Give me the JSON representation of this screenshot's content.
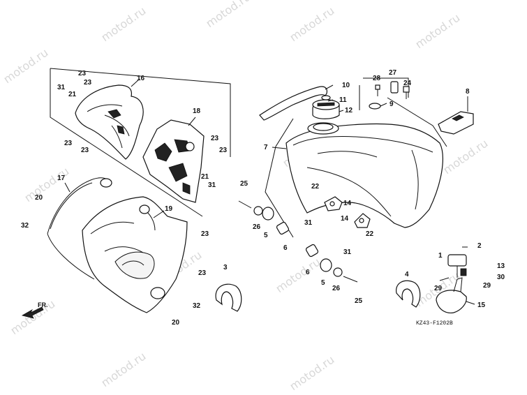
{
  "diagram": {
    "drawing_code": "KZ43-F1202B",
    "direction_label": "FR.",
    "watermark": "motod.ru",
    "callouts": [
      {
        "id": "c1",
        "label": "1"
      },
      {
        "id": "c2",
        "label": "2"
      },
      {
        "id": "c3",
        "label": "3"
      },
      {
        "id": "c4",
        "label": "4"
      },
      {
        "id": "c5a",
        "label": "5"
      },
      {
        "id": "c5b",
        "label": "5"
      },
      {
        "id": "c6a",
        "label": "6"
      },
      {
        "id": "c6b",
        "label": "6"
      },
      {
        "id": "c7",
        "label": "7"
      },
      {
        "id": "c8",
        "label": "8"
      },
      {
        "id": "c9",
        "label": "9"
      },
      {
        "id": "c10",
        "label": "10"
      },
      {
        "id": "c11",
        "label": "11"
      },
      {
        "id": "c12",
        "label": "12"
      },
      {
        "id": "c13",
        "label": "13"
      },
      {
        "id": "c14a",
        "label": "14"
      },
      {
        "id": "c14b",
        "label": "14"
      },
      {
        "id": "c15",
        "label": "15"
      },
      {
        "id": "c16",
        "label": "16"
      },
      {
        "id": "c17",
        "label": "17"
      },
      {
        "id": "c18",
        "label": "18"
      },
      {
        "id": "c19",
        "label": "19"
      },
      {
        "id": "c20a",
        "label": "20"
      },
      {
        "id": "c20b",
        "label": "20"
      },
      {
        "id": "c21a",
        "label": "21"
      },
      {
        "id": "c21b",
        "label": "21"
      },
      {
        "id": "c22a",
        "label": "22"
      },
      {
        "id": "c22b",
        "label": "22"
      },
      {
        "id": "c23a",
        "label": "23"
      },
      {
        "id": "c23b",
        "label": "23"
      },
      {
        "id": "c23c",
        "label": "23"
      },
      {
        "id": "c23d",
        "label": "23"
      },
      {
        "id": "c23e",
        "label": "23"
      },
      {
        "id": "c23f",
        "label": "23"
      },
      {
        "id": "c23g",
        "label": "23"
      },
      {
        "id": "c23h",
        "label": "23"
      },
      {
        "id": "c24",
        "label": "24"
      },
      {
        "id": "c25a",
        "label": "25"
      },
      {
        "id": "c25b",
        "label": "25"
      },
      {
        "id": "c26a",
        "label": "26"
      },
      {
        "id": "c26b",
        "label": "26"
      },
      {
        "id": "c27",
        "label": "27"
      },
      {
        "id": "c28",
        "label": "28"
      },
      {
        "id": "c29a",
        "label": "29"
      },
      {
        "id": "c29b",
        "label": "29"
      },
      {
        "id": "c30",
        "label": "30"
      },
      {
        "id": "c31a",
        "label": "31"
      },
      {
        "id": "c31b",
        "label": "31"
      },
      {
        "id": "c31c",
        "label": "31"
      },
      {
        "id": "c31d",
        "label": "31"
      },
      {
        "id": "c32a",
        "label": "32"
      },
      {
        "id": "c32b",
        "label": "32"
      }
    ]
  }
}
